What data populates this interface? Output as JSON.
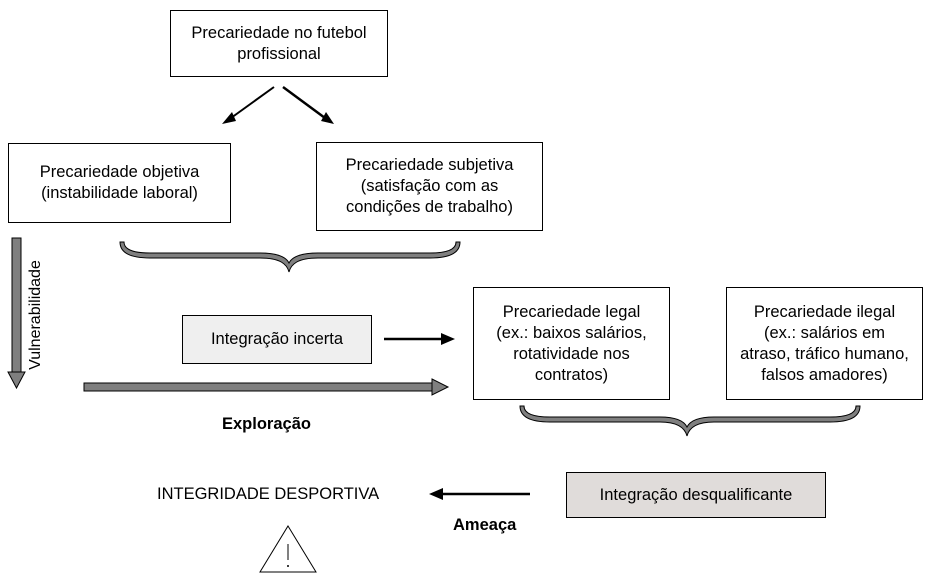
{
  "nodes": {
    "root": "Precariedade no futebol\nprofissional",
    "objective": "Precariedade objetiva\n(instabilidade laboral)",
    "subjective": "Precariedade subjetiva\n(satisfação com as\ncondições de trabalho)",
    "uncertain_integration": "Integração incerta",
    "legal": "Precariedade legal\n(ex.: baixos salários,\nrotatividade nos\ncontratos)",
    "illegal": "Precariedade ilegal\n(ex.: salários em\natraso, tráfico humano,\nfalsos amadores)",
    "disqualifying_integration": "Integração desqualificante"
  },
  "labels": {
    "vulnerability": "Vulnerabilidade",
    "exploitation": "Exploração",
    "sporting_integrity": "INTEGRIDADE DESPORTIVA",
    "threat": "Ameaça"
  },
  "colors": {
    "stroke": "#000000",
    "arrow_fill": "#7f7f7f",
    "brace_fill": "#7f7f7f",
    "shaded_box": "#efefef",
    "shaded_box_dark": "#e0dcda"
  },
  "icons": {
    "warning": "warning-triangle-icon"
  }
}
